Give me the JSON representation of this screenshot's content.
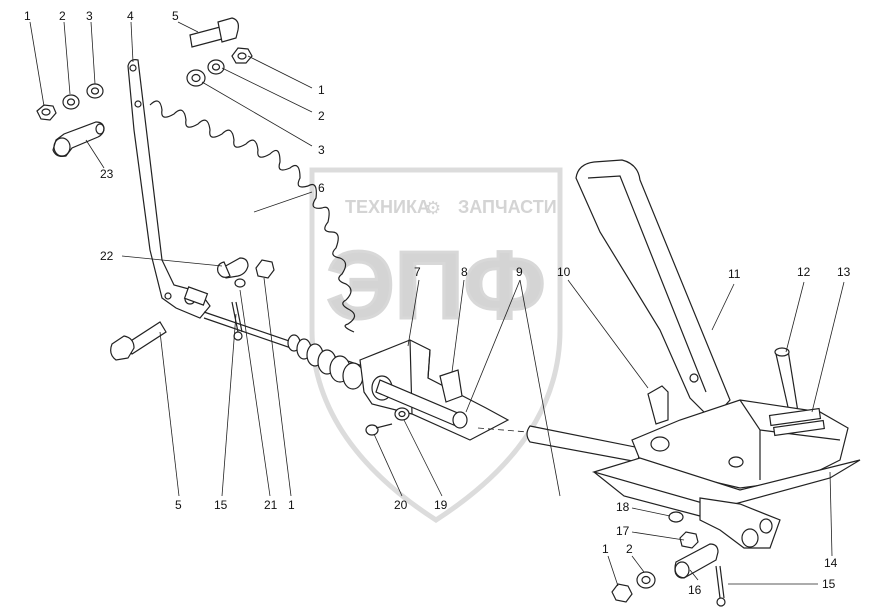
{
  "watermark": {
    "left_text": "ТЕХНИКА",
    "right_text": "ЗАПЧАСТИ",
    "logo_text": "ЭПФ",
    "logo_icon": "gear-icon"
  },
  "callouts": [
    {
      "id": "c1a",
      "label": "1"
    },
    {
      "id": "c2a",
      "label": "2"
    },
    {
      "id": "c3a",
      "label": "3"
    },
    {
      "id": "c4",
      "label": "4"
    },
    {
      "id": "c5a",
      "label": "5"
    },
    {
      "id": "c1b",
      "label": "1"
    },
    {
      "id": "c2b",
      "label": "2"
    },
    {
      "id": "c3b",
      "label": "3"
    },
    {
      "id": "c6",
      "label": "6"
    },
    {
      "id": "c23",
      "label": "23"
    },
    {
      "id": "c22",
      "label": "22"
    },
    {
      "id": "c7",
      "label": "7"
    },
    {
      "id": "c8",
      "label": "8"
    },
    {
      "id": "c9",
      "label": "9"
    },
    {
      "id": "c10",
      "label": "10"
    },
    {
      "id": "c11",
      "label": "11"
    },
    {
      "id": "c12",
      "label": "12"
    },
    {
      "id": "c13",
      "label": "13"
    },
    {
      "id": "c5b",
      "label": "5"
    },
    {
      "id": "c15a",
      "label": "15"
    },
    {
      "id": "c21",
      "label": "21"
    },
    {
      "id": "c1c",
      "label": "1"
    },
    {
      "id": "c20",
      "label": "20"
    },
    {
      "id": "c19",
      "label": "19"
    },
    {
      "id": "c18",
      "label": "18"
    },
    {
      "id": "c17",
      "label": "17"
    },
    {
      "id": "c14",
      "label": "14"
    },
    {
      "id": "c1d",
      "label": "1"
    },
    {
      "id": "c2d",
      "label": "2"
    },
    {
      "id": "c16",
      "label": "16"
    },
    {
      "id": "c15b",
      "label": "15"
    }
  ]
}
